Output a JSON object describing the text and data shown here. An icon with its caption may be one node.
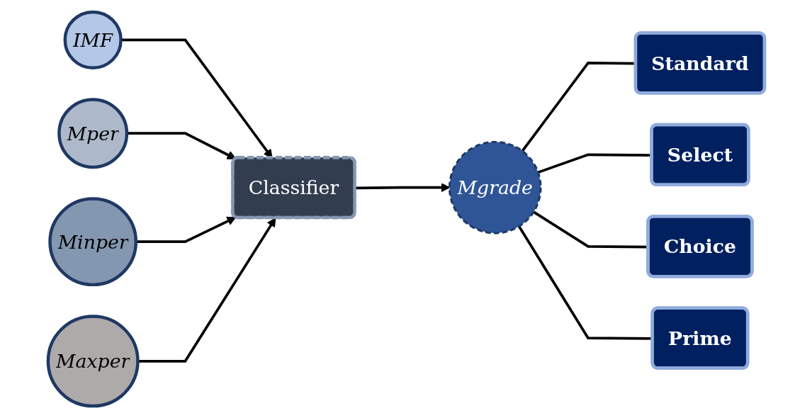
{
  "diagram": {
    "nodes": [
      {
        "text": [
          "IMF"
        ]
      },
      {
        "text": [
          "Mper"
        ]
      },
      {
        "text": [
          "Minper"
        ]
      },
      {
        "text": [
          "Maxper"
        ]
      },
      {
        "text": [
          "Classifier"
        ]
      },
      {
        "text": [
          "Mgrade"
        ]
      },
      {
        "text": [
          "Standard"
        ]
      },
      {
        "text": [
          "Select"
        ]
      },
      {
        "text": [
          "Choice"
        ]
      },
      {
        "text": [
          "Prime"
        ]
      }
    ],
    "edges": [
      {
        "from": 0,
        "to": 4,
        "arrow": "to"
      },
      {
        "from": 1,
        "to": 4,
        "arrow": "to"
      },
      {
        "from": 2,
        "to": 4,
        "arrow": "to"
      },
      {
        "from": 3,
        "to": 4,
        "arrow": "to"
      },
      {
        "from": 4,
        "to": 5,
        "arrow": "to"
      },
      {
        "from": 5,
        "to": 6,
        "arrow": "none"
      },
      {
        "from": 5,
        "to": 7,
        "arrow": "none"
      },
      {
        "from": 5,
        "to": 8,
        "arrow": "none"
      },
      {
        "from": 5,
        "to": 9,
        "arrow": "none"
      }
    ]
  }
}
